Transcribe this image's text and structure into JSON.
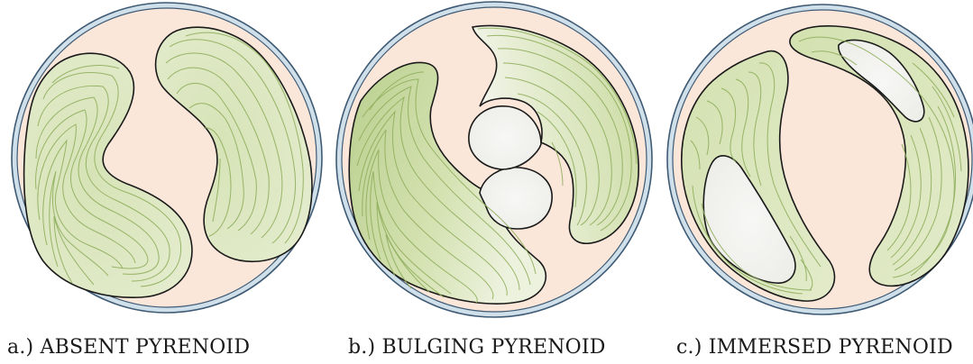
{
  "panels": [
    {
      "caption": "a.) ABSENT PYRENOID",
      "pyrenoid": "absent"
    },
    {
      "caption": "b.) BULGING PYRENOID",
      "pyrenoid": "bulging"
    },
    {
      "caption": "c.) IMMERSED PYRENOID",
      "pyrenoid": "immersed"
    }
  ],
  "colors": {
    "cytoplasm": "#fbe7da",
    "cell_wall_outer": "#6a8aa6",
    "cell_wall_inner": "#cfe0ea",
    "chloroplast": "#dfe8c4",
    "chloroplast_dark": "#b6cc8a",
    "lamella": "#8fae5c",
    "pyrenoid": "#f2f2f0"
  }
}
